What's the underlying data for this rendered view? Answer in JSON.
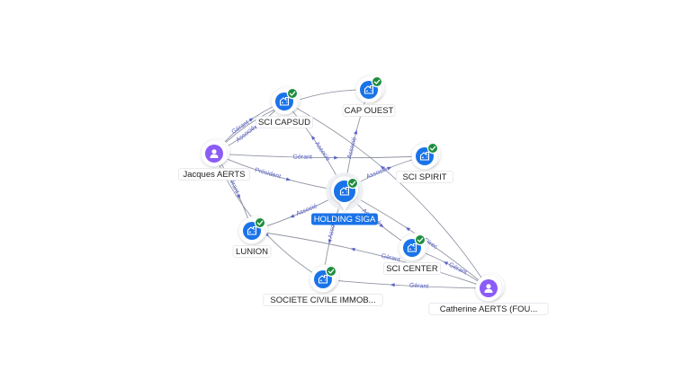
{
  "graph": {
    "nodes": [
      {
        "id": "holding",
        "label": "HOLDING SIGA",
        "kind": "company",
        "focus": true,
        "verified": true
      },
      {
        "id": "capsud",
        "label": "SCI CAPSUD",
        "kind": "company",
        "verified": true
      },
      {
        "id": "capouest",
        "label": "CAP OUEST",
        "kind": "company",
        "verified": true
      },
      {
        "id": "spirit",
        "label": "SCI SPIRIT",
        "kind": "company",
        "verified": true
      },
      {
        "id": "center",
        "label": "SCI CENTER",
        "kind": "company",
        "verified": true
      },
      {
        "id": "lunion",
        "label": "LUNION",
        "kind": "company",
        "verified": true
      },
      {
        "id": "scimmo",
        "label": "SOCIETE CIVILE IMMOB...",
        "kind": "company",
        "verified": true
      },
      {
        "id": "jacques",
        "label": "Jacques AERTS",
        "kind": "person"
      },
      {
        "id": "catherine",
        "label": "Catherine AERTS (FOU...",
        "kind": "person"
      }
    ],
    "edges": [
      {
        "from": "jacques",
        "to": "holding",
        "label": "Président"
      },
      {
        "from": "jacques",
        "to": "capsud",
        "label": "Gérant"
      },
      {
        "from": "jacques",
        "to": "capsud",
        "label": "Associé"
      },
      {
        "from": "jacques",
        "to": "spirit",
        "label": "Gérant"
      },
      {
        "from": "jacques",
        "to": "lunion",
        "label": "Gérant"
      },
      {
        "from": "jacques",
        "to": "capouest",
        "label": ""
      },
      {
        "from": "jacques",
        "to": "scimmo",
        "label": ""
      },
      {
        "from": "holding",
        "to": "capsud",
        "label": "Associé"
      },
      {
        "from": "holding",
        "to": "capouest",
        "label": "Associé"
      },
      {
        "from": "holding",
        "to": "spirit",
        "label": "Associé"
      },
      {
        "from": "holding",
        "to": "center",
        "label": "Associé"
      },
      {
        "from": "holding",
        "to": "lunion",
        "label": "Associé"
      },
      {
        "from": "holding",
        "to": "scimmo",
        "label": "Associé"
      },
      {
        "from": "catherine",
        "to": "center",
        "label": "Gérant"
      },
      {
        "from": "catherine",
        "to": "scimmo",
        "label": "Gérant"
      },
      {
        "from": "catherine",
        "to": "lunion",
        "label": "Gérant"
      },
      {
        "from": "catherine",
        "to": "holding",
        "label": "Direc"
      },
      {
        "from": "catherine",
        "to": "capsud",
        "label": ""
      }
    ]
  },
  "colors": {
    "company": "#1a73e8",
    "person": "#8b5cf6",
    "verified": "#1e8e3e",
    "edge_label": "#5b63c9"
  },
  "icons": {
    "company": "building-icon",
    "person": "person-icon",
    "verified": "check-badge-icon"
  }
}
